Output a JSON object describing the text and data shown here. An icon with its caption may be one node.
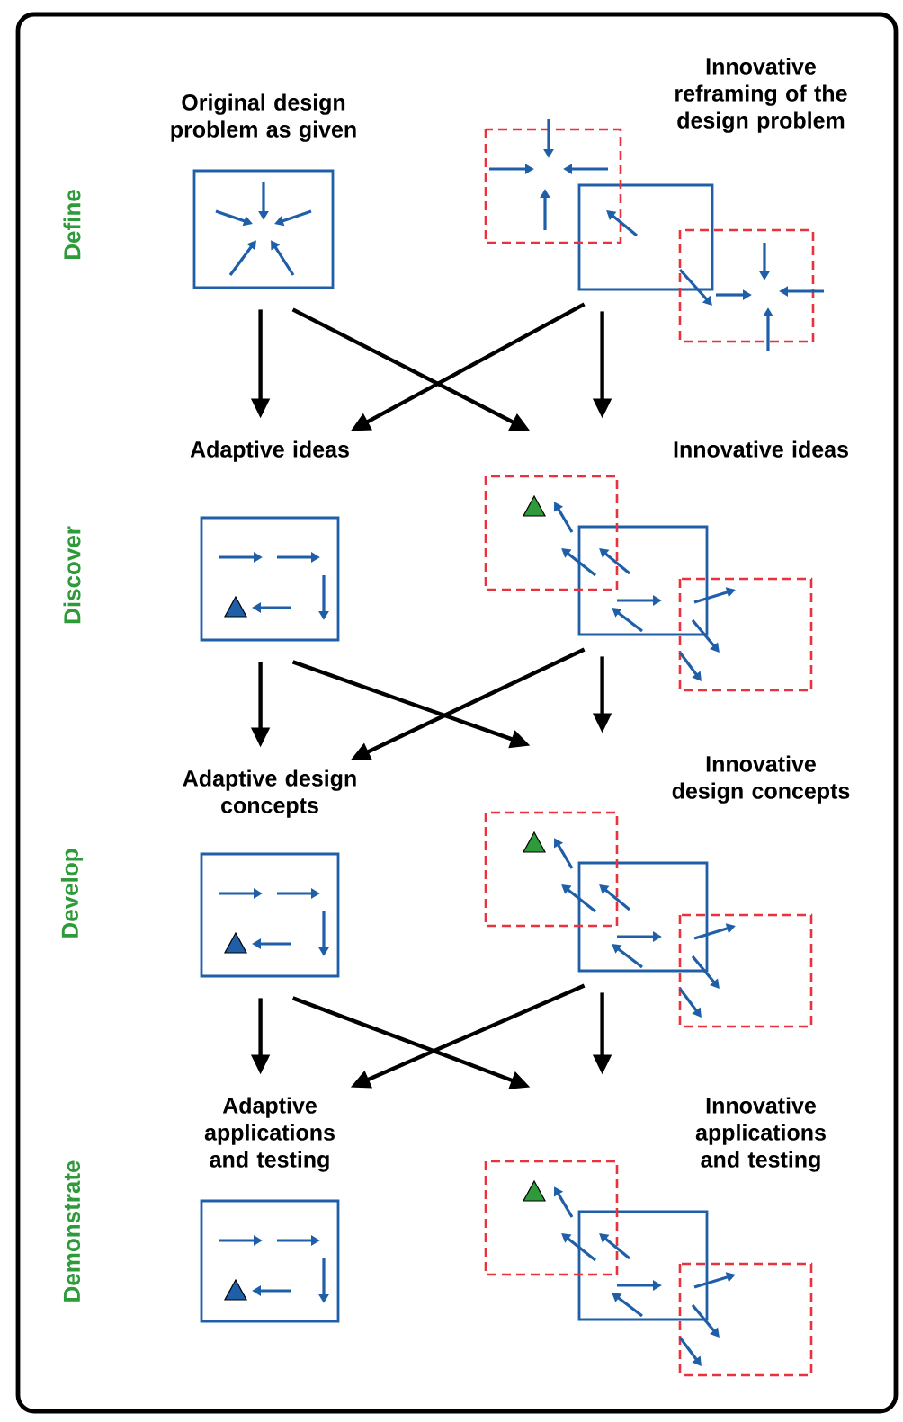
{
  "diagram": {
    "nodes": [
      {
        "text": [
          "Original design problem as given"
        ]
      },
      {
        "text": [
          "Innovative reframing of the design problem"
        ]
      },
      {
        "text": [
          "Adaptive ideas"
        ]
      },
      {
        "text": [
          "Innovative ideas"
        ]
      },
      {
        "text": [
          "Adaptive design concepts"
        ]
      },
      {
        "text": [
          "Innovative design concepts"
        ]
      },
      {
        "text": [
          "Adaptive applications and testing"
        ]
      },
      {
        "text": [
          "Innovative applications and testing"
        ]
      }
    ],
    "edges": [
      {
        "from": 0,
        "to": 2,
        "arrow": "to"
      },
      {
        "from": 0,
        "to": 3,
        "arrow": "to"
      },
      {
        "from": 1,
        "to": 2,
        "arrow": "to"
      },
      {
        "from": 1,
        "to": 3,
        "arrow": "to"
      },
      {
        "from": 2,
        "to": 4,
        "arrow": "to"
      },
      {
        "from": 2,
        "to": 5,
        "arrow": "to"
      },
      {
        "from": 3,
        "to": 4,
        "arrow": "to"
      },
      {
        "from": 3,
        "to": 5,
        "arrow": "to"
      },
      {
        "from": 4,
        "to": 6,
        "arrow": "to"
      },
      {
        "from": 4,
        "to": 7,
        "arrow": "to"
      },
      {
        "from": 5,
        "to": 6,
        "arrow": "to"
      },
      {
        "from": 5,
        "to": 7,
        "arrow": "to"
      }
    ],
    "labels": [
      "Define",
      "Discover",
      "Develop",
      "Demonstrate"
    ]
  }
}
